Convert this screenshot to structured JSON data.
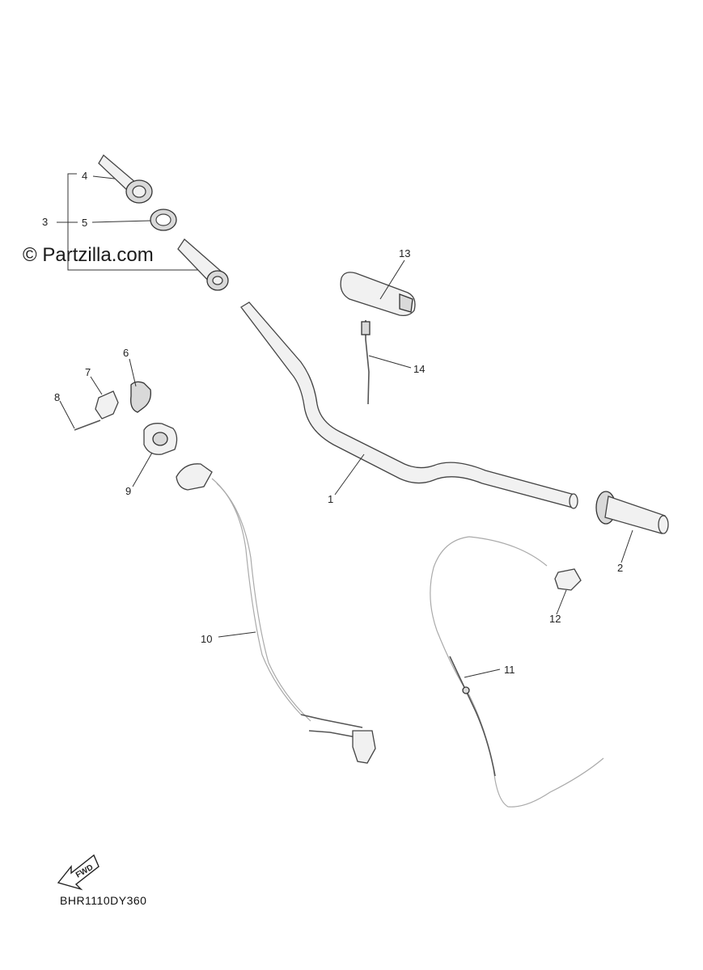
{
  "watermark": "© Partzilla.com",
  "diagram_code": "BHR1110DY360",
  "fwd_label": "FWD",
  "callouts": {
    "c1": "1",
    "c2": "2",
    "c3": "3",
    "c4": "4",
    "c5": "5",
    "c6": "6",
    "c7": "7",
    "c8": "8",
    "c9": "9",
    "c10": "10",
    "c11": "11",
    "c12": "12",
    "c13": "13",
    "c14": "14"
  }
}
